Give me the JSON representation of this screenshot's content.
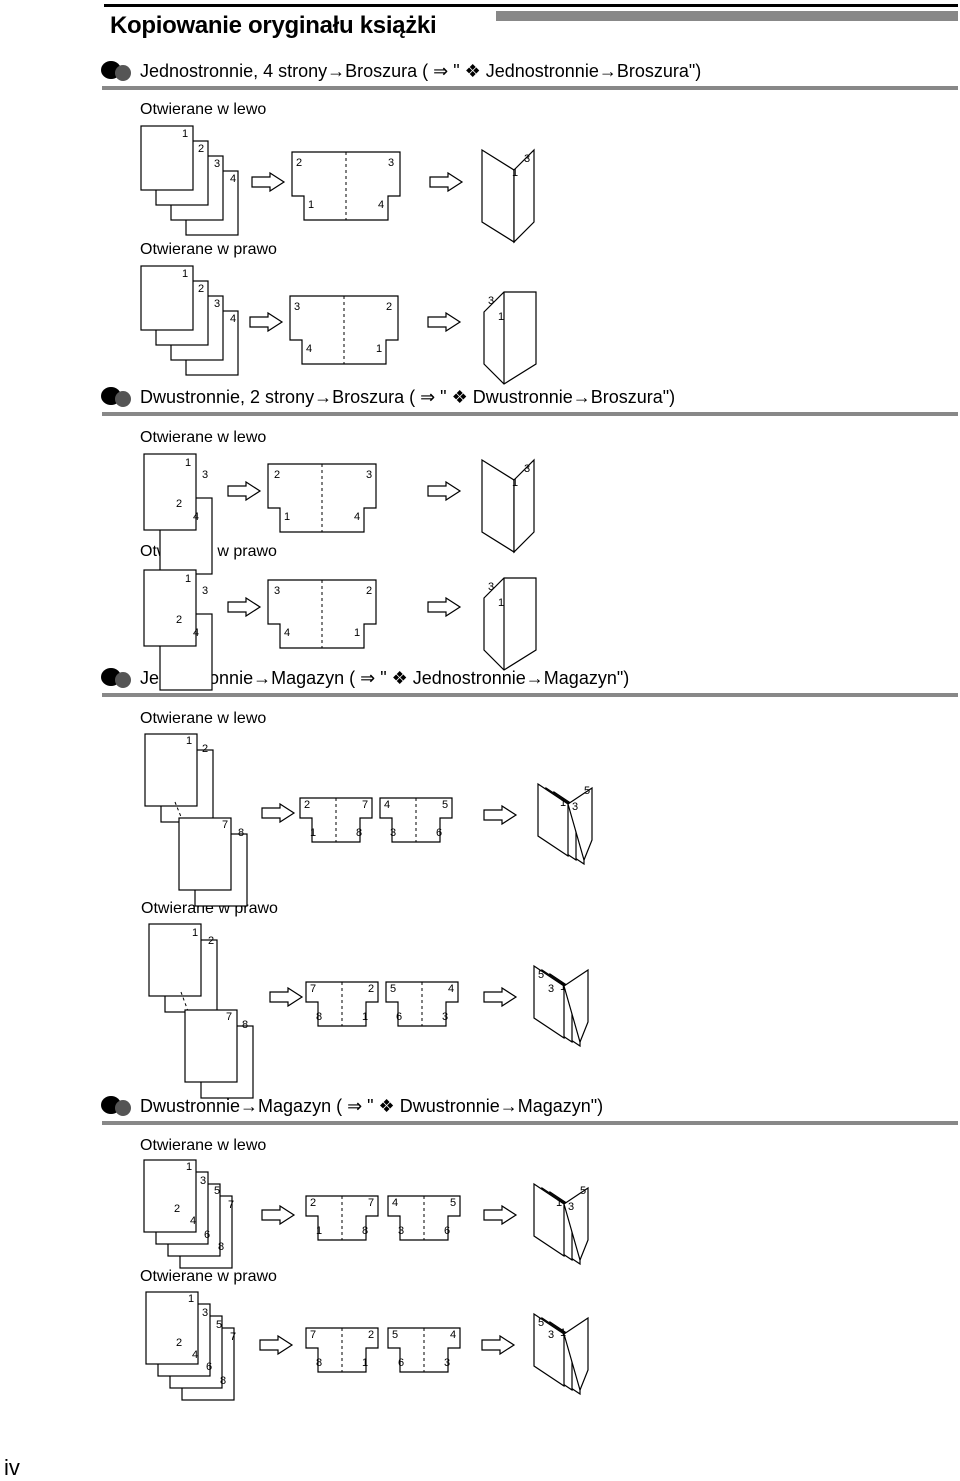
{
  "page_title": "Kopiowanie oryginału książki",
  "page_number": "iv",
  "sections": [
    {
      "heading": "Jednostronnie, 4 strony→Broszura ( ⇒ \" ❖ Jednostronnie→Broszura\")"
    },
    {
      "heading": "Dwustronnie, 2 strony→Broszura ( ⇒ \" ❖ Dwustronnie→Broszura\")"
    },
    {
      "heading": "Jednostronnie→Magazyn ( ⇒ \" ❖ Jednostronnie→Magazyn\")"
    },
    {
      "heading": "Dwustronnie→Magazyn ( ⇒ \" ❖ Dwustronnie→Magazyn\")"
    }
  ],
  "labels": {
    "left": "Otwierane w lewo",
    "right": "Otwierane w prawo"
  },
  "page_numbers_in_figures": [
    "1",
    "2",
    "3",
    "4",
    "5",
    "6",
    "7",
    "8"
  ]
}
